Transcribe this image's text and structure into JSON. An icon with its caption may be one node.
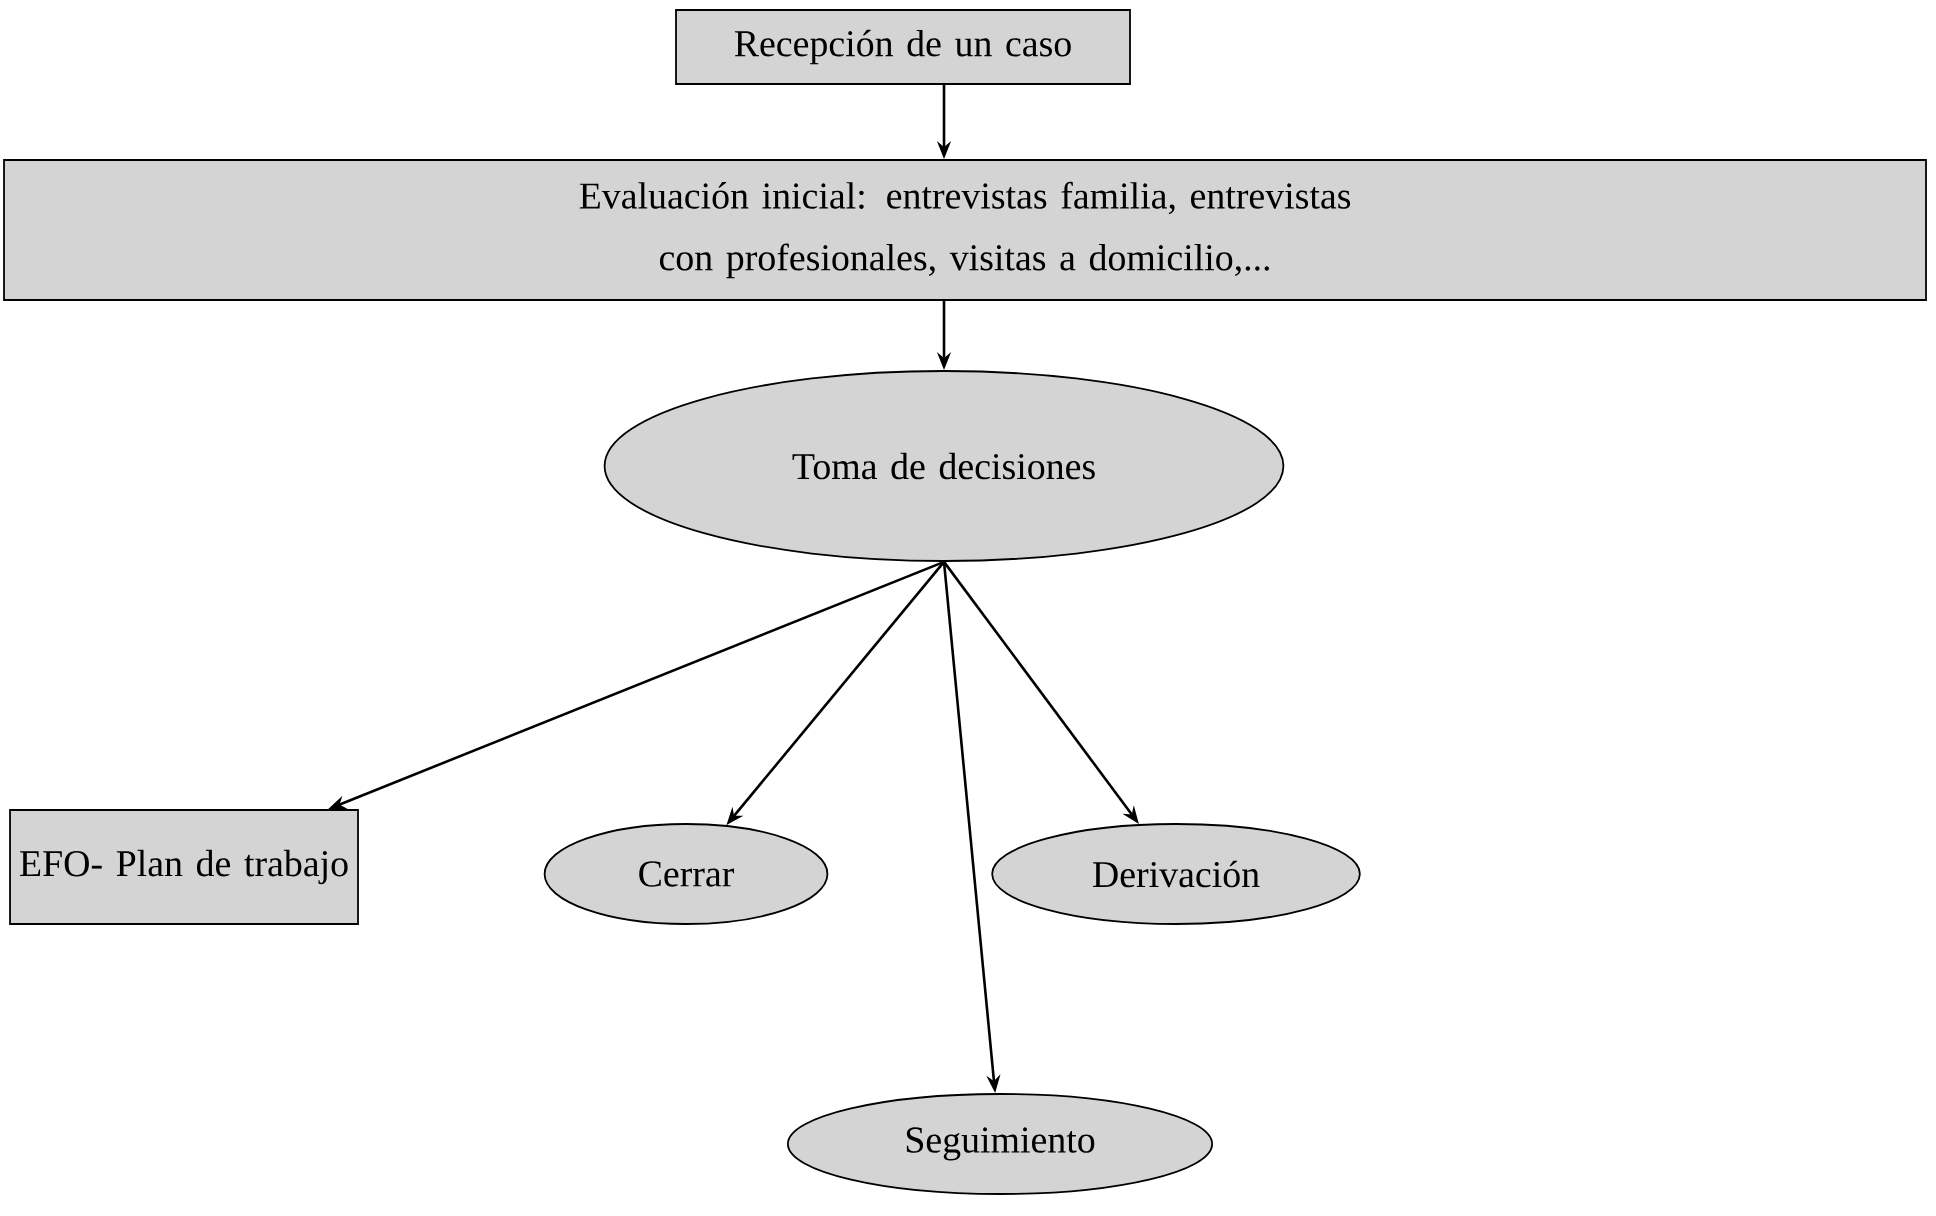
{
  "diagram": {
    "nodes": [
      {
        "text": [
          "Recepción de un caso"
        ]
      },
      {
        "text": [
          "Evaluación inicial: entrevistas familia, entrevistas con profesionales, visitas a domicilio,..."
        ]
      },
      {
        "text": [
          "Toma de decisiones"
        ]
      },
      {
        "text": [
          "EFO- Plan de trabajo"
        ]
      },
      {
        "text": [
          "Cerrar"
        ]
      },
      {
        "text": [
          "Derivación"
        ]
      },
      {
        "text": [
          "Seguimiento"
        ]
      }
    ],
    "edges": [
      {
        "from": 0,
        "to": 1,
        "arrow": "to"
      },
      {
        "from": 1,
        "to": 2,
        "arrow": "to"
      },
      {
        "from": 2,
        "to": 3,
        "arrow": "to"
      },
      {
        "from": 2,
        "to": 4,
        "arrow": "to"
      },
      {
        "from": 2,
        "to": 5,
        "arrow": "to"
      },
      {
        "from": 2,
        "to": 6,
        "arrow": "to"
      }
    ]
  }
}
